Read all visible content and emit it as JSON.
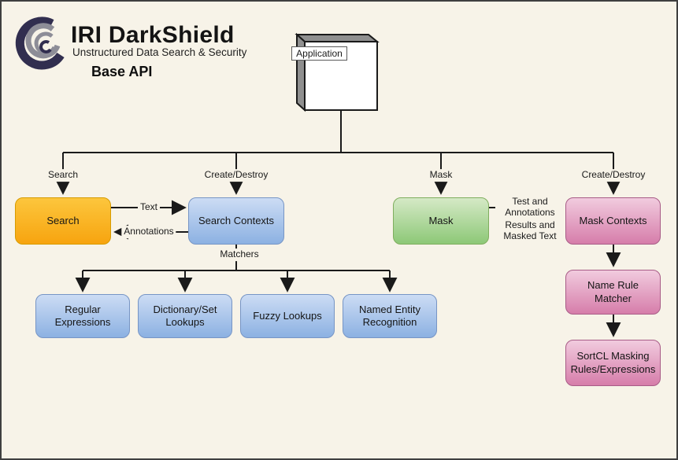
{
  "header": {
    "brand": "IRI DarkShield",
    "tagline": "Unstructured Data Search & Security",
    "subtitle": "Base API"
  },
  "diagram": {
    "application_label": "Application",
    "edges": {
      "search": "Search",
      "create_destroy_left": "Create/Destroy",
      "mask": "Mask",
      "create_destroy_right": "Create/Destroy",
      "text": "Text",
      "annotations": "Annotations",
      "test_and_annotations": "Test and Annotations",
      "results_and_masked_text": "Results and Masked Text",
      "matchers": "Matchers"
    },
    "nodes": {
      "search": "Search",
      "search_contexts": "Search Contexts",
      "mask": "Mask",
      "mask_contexts": "Mask Contexts",
      "regular_expressions": "Regular Expressions",
      "dictionary_set_lookups": "Dictionary/Set Lookups",
      "fuzzy_lookups": "Fuzzy Lookups",
      "named_entity_recognition": "Named Entity Recognition",
      "name_rule_matcher": "Name Rule Matcher",
      "sortcl_masking_rules_expressions": "SortCL Masking Rules/Expressions"
    },
    "colors": {
      "background": "#f7f3e8",
      "search_node_orange": "#f9b41f",
      "context_node_blue": "#a9c4e9",
      "mask_node_green": "#a8d58f",
      "mask_context_node_pink": "#e2a0c2",
      "logo_navy": "#312e4f",
      "logo_gray": "#8d8d97",
      "connector_black": "#1a1a1a"
    }
  }
}
